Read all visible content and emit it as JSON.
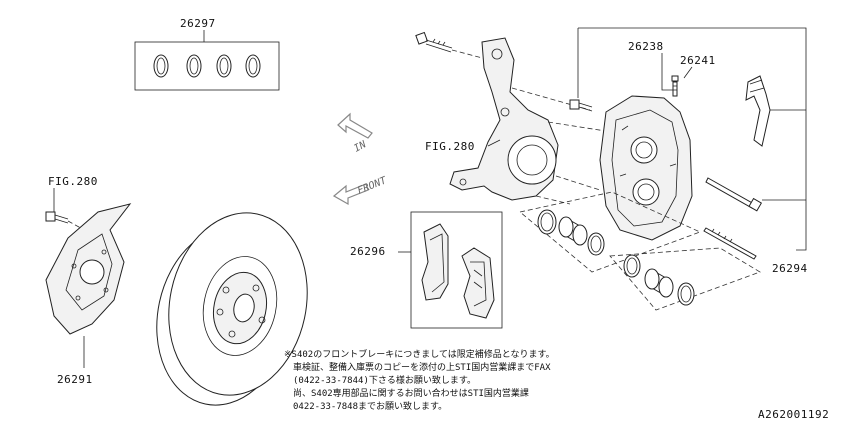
{
  "labels": {
    "piston_seal_kit": "26297",
    "caliper_bleeder": "26238",
    "bleeder_cap": "26241",
    "fig_ref_knuckle": "FIG.280",
    "fig_ref_shield": "FIG.280",
    "brake_pad_set": "26296",
    "caliper_assembly": "26294",
    "disc_cover": "26291"
  },
  "directions": {
    "in": "IN",
    "front": "FRONT"
  },
  "note_lines": [
    "※S402のフロントブレーキにつきましては限定補修品となります。",
    "車検証、整備入庫票のコピーを添付の上STI国内営業課までFAX",
    "(0422-33-7844)下さる様お願い致します。",
    "尚、S402専用部品に関するお問い合わせはSTI国内営業課",
    "0422-33-7848までお願い致します。"
  ],
  "diagram_id": "A262001192"
}
